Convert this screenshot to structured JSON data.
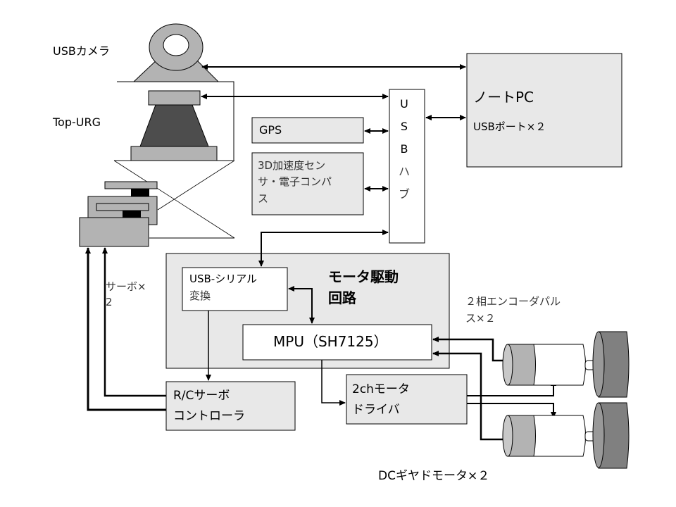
{
  "labels": {
    "usb_camera": "USBカメラ",
    "top_urg": "Top-URG",
    "servo_x2_line1": "サーボ×",
    "servo_x2_line2": "2",
    "encoder_line1": "２相エンコーダパル",
    "encoder_line2": "ス×２",
    "dc_motors": "DCギヤドモータ×２"
  },
  "boxes": {
    "gps": "GPS",
    "sensor_line1": "3D加速度セン",
    "sensor_line2": "サ・電子コンパ",
    "sensor_line3": "ス",
    "usb_hub_chars": [
      "U",
      "S",
      "B",
      "ハ",
      "ブ"
    ],
    "note_pc_title": "ノートPC",
    "note_pc_sub": "USBポート×２",
    "motor_circuit_line1": "モータ駆動",
    "motor_circuit_line2": "回路",
    "usb_serial_line1": "USB-シリアル",
    "usb_serial_line2": "変換",
    "mpu": "MPU（SH7125）",
    "rc_servo_line1": "R/Cサーボ",
    "rc_servo_line2": "コントローラ",
    "motor_driver_line1": "2chモータ",
    "motor_driver_line2": "ドライバ"
  },
  "colors": {
    "box_fill": "#e8e8e8",
    "device_gray": "#b3b3b3",
    "urg_dark": "#4d4d4d",
    "wheel_dark": "#808080",
    "wheel_mid": "#999999",
    "white": "#ffffff",
    "line": "#000000"
  }
}
